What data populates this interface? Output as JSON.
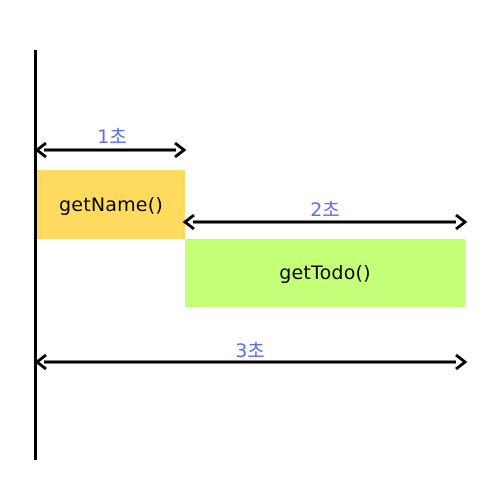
{
  "tasks": [
    {
      "label": "getName()",
      "color": "#fedb5f",
      "duration": 1
    },
    {
      "label": "getTodo()",
      "color": "#c3ff77",
      "duration": 2
    }
  ],
  "durations": {
    "first": "1초",
    "second": "2초",
    "total": "3초"
  },
  "colors": {
    "axis": "#000000",
    "arrow": "#000000",
    "duration_text": "#5b6ef5"
  }
}
